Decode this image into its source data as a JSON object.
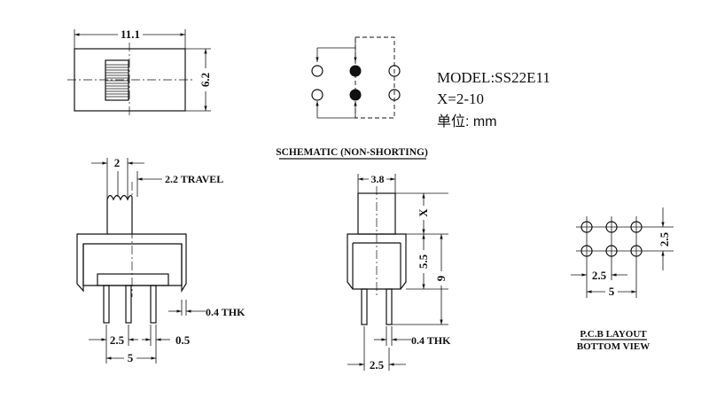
{
  "top_view": {
    "width_dim": "11.1",
    "height_dim": "6.2"
  },
  "model_info": {
    "model_line": "MODEL:SS22E11",
    "x_line": "X=2-10",
    "unit_line": "单位: mm"
  },
  "schematic": {
    "title": "SCHEMATIC (NON-SHORTING)"
  },
  "side_view": {
    "knob_width": "2",
    "travel": "2.2 TRAVEL",
    "thickness": "0.4 THK",
    "pin_pitch": "2.5",
    "pin_width": "0.5",
    "pin_span": "5"
  },
  "end_view": {
    "knob_width": "3.8",
    "x_label": "X",
    "body_height": "5.5",
    "total_height": "9",
    "thickness": "0.4 THK",
    "pin_pitch": "2.5"
  },
  "pcb_layout": {
    "row_pitch": "2.5",
    "col_pitch": "2.5",
    "span": "5",
    "title_line1": "P.C.B LAYOUT",
    "title_line2": "BOTTOM VIEW"
  }
}
